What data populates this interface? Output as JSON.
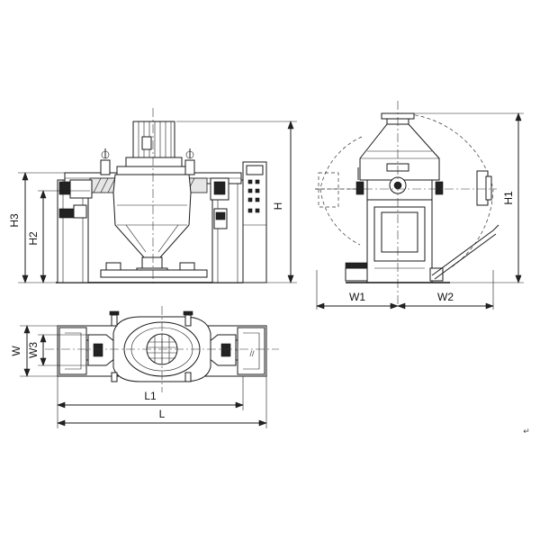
{
  "dimensions": {
    "front_view": {
      "H": "H",
      "H2": "H2",
      "H3": "H3"
    },
    "side_view": {
      "H1": "H1",
      "W1": "W1",
      "W2": "W2"
    },
    "top_view": {
      "W": "W",
      "W3": "W3",
      "L1": "L1",
      "L": "L"
    }
  },
  "marks": {
    "hatch_symbol": "//",
    "return_glyph": "↵"
  }
}
